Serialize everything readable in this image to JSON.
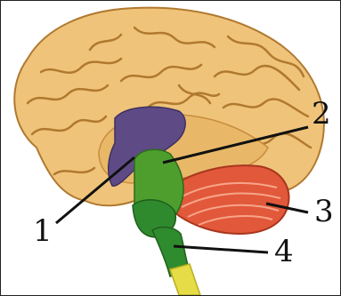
{
  "labels": {
    "label_1": "1",
    "label_2": "2",
    "label_3": "3",
    "label_4": "4"
  },
  "colors": {
    "cerebrum": "#EFC47A",
    "cerebrum_shadow": "#C98C3E",
    "fold_line": "#B0792F",
    "diencephalon": "#5E4B86",
    "midbrain": "#2F8A2E",
    "pons": "#4E9E2E",
    "medulla": "#2E8B2E",
    "spinal_cord": "#E6DC48",
    "cerebellum": "#E2583A",
    "callout_line": "#111111"
  }
}
